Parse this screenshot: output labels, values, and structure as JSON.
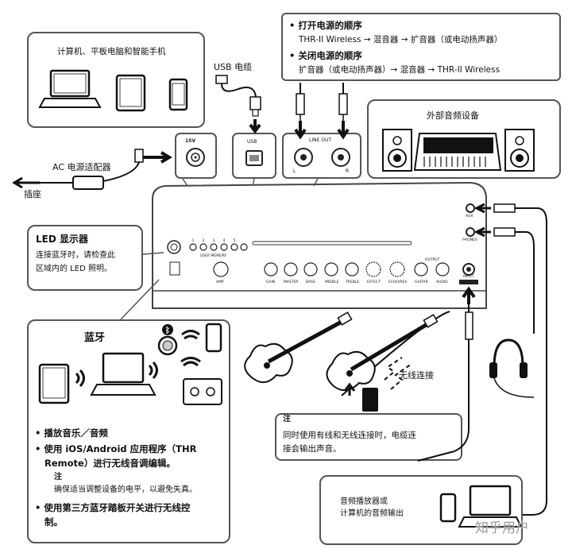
{
  "devices_box": {
    "label": "计算机、平板电脑和智能手机"
  },
  "usb": {
    "cable_label": "USB 电缆",
    "port_label": "USB"
  },
  "power_order": {
    "on_title": "打开电源的顺序",
    "on_text": "THR-II Wireless → 混音器 → 扩音器（或电动扬声器）",
    "off_title": "关闭电源的顺序",
    "off_text": "扩音器（或电动扬声器）→ 混音器 → THR-II Wireless"
  },
  "external_audio": {
    "label": "外部音频设备"
  },
  "ac": {
    "adapter_label": "AC 电源适配器",
    "outlet_label": "插座",
    "port_label": "15V"
  },
  "line_out": {
    "label": "LINE OUT",
    "left": "L",
    "right": "R"
  },
  "led": {
    "title": "LED 显示器",
    "desc_1": "连接蓝牙时，请检查此",
    "desc_2": "区域内的 LED 照明。"
  },
  "amp": {
    "user_memory": "USER MEMORY",
    "memory_numbers": [
      "1",
      "2",
      "3",
      "4",
      "5"
    ],
    "knobs": [
      "AMP",
      "GAIN",
      "MASTER",
      "BASS",
      "MIDDLE",
      "TREBLE",
      "EFFECT",
      "ECHO/REV",
      "GUITAR",
      "AUDIO"
    ],
    "output_label": "OUTPUT",
    "input_label": "INPUT",
    "aux_label": "AUX",
    "phones_label": "PHONES"
  },
  "bluetooth": {
    "title": "蓝牙",
    "bullet_1": "播放音乐／音频",
    "bullet_2a": "使用 iOS/Android 应用程序（THR",
    "bullet_2b": "Remote）进行无线音调编辑。",
    "note_title": "注",
    "note_text": "确保适当调整设备的电平，以避免失真。",
    "bullet_3a": "使用第三方蓝牙踏板开关进行无线控",
    "bullet_3b": "制。"
  },
  "wireless": {
    "label": "无线连接",
    "note_title": "注",
    "note_1": "同时使用有线和无线连接时，电缆连",
    "note_2": "接会输出声音。"
  },
  "player": {
    "label_1": "音频播放器或",
    "label_2": "计算机的音频输出"
  },
  "watermark": "知乎用户"
}
